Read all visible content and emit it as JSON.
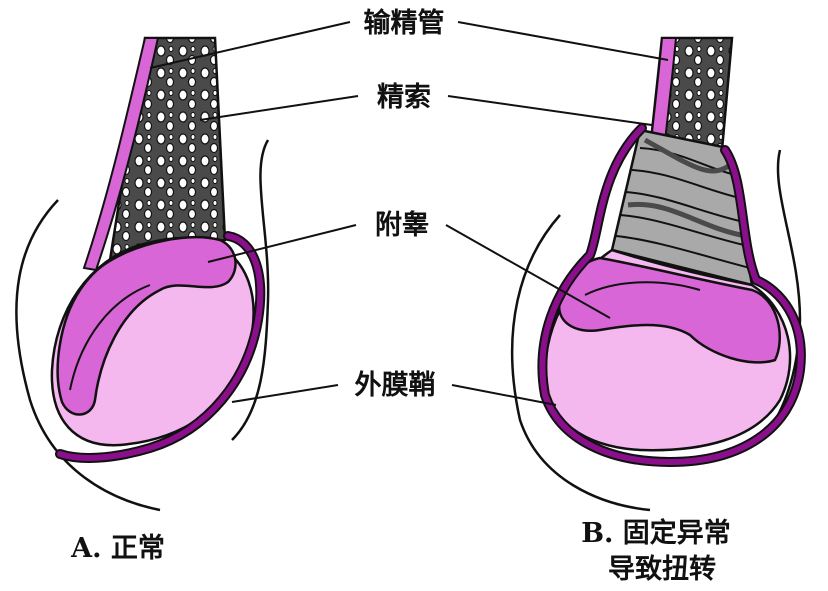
{
  "labels": {
    "vas_deferens": "输精管",
    "spermatic_cord": "精索",
    "epididymis": "附睾",
    "tunica_vaginalis": "外膜鞘"
  },
  "captions": {
    "a": "A. 正常",
    "b_line1": "B. 固定异常",
    "b_line2": "导致扭转"
  },
  "colors": {
    "outline": "#111111",
    "testis_fill": "#f4b8ef",
    "epididymis_fill": "#d966d6",
    "tunica_dark": "#8a0f8a",
    "cord_dark": "#4a4a4a",
    "twist_gray": "#a9a9a9"
  }
}
